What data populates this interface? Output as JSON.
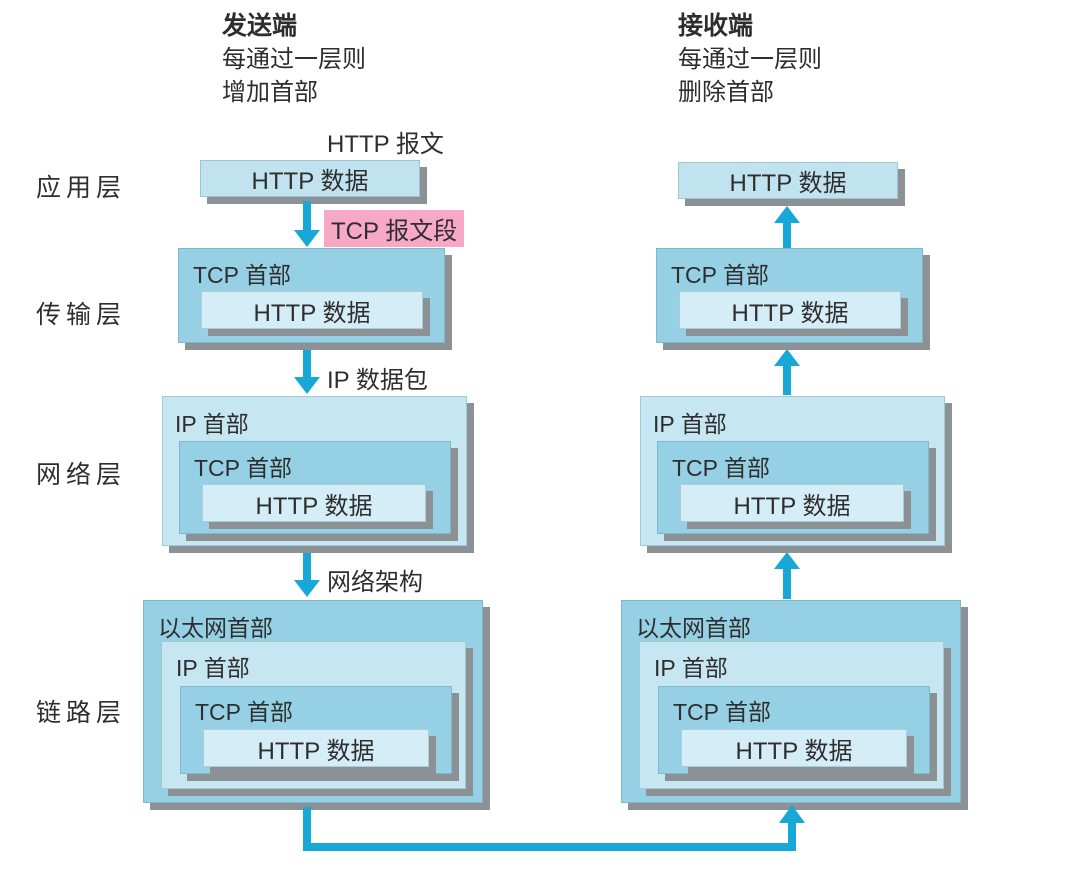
{
  "sender": {
    "title": "发送端",
    "line1": "每通过一层则",
    "line2": "增加首部"
  },
  "receiver": {
    "title": "接收端",
    "line1": "每通过一层则",
    "line2": "删除首部"
  },
  "layers": {
    "application": "应用层",
    "transport": "传输层",
    "network": "网络层",
    "link": "链路层"
  },
  "annotations": {
    "http_message": "HTTP 报文",
    "tcp_segment": "TCP 报文段",
    "ip_packet": "IP 数据包",
    "network_arch": "网络架构"
  },
  "boxes": {
    "http_data": "HTTP 数据",
    "tcp_header": "TCP 首部",
    "ip_header": "IP 首部",
    "eth_header": "以太网首部"
  },
  "colors": {
    "medium_blue": "#96d0e4",
    "light_blue": "#c6e6f1",
    "lighter_blue": "#d4edf6",
    "app_blue": "#c0e3ef",
    "arrow": "#18a8d8",
    "pink": "#f7a8c5",
    "shadow": "#8c9196",
    "text": "#2e2e2e"
  }
}
